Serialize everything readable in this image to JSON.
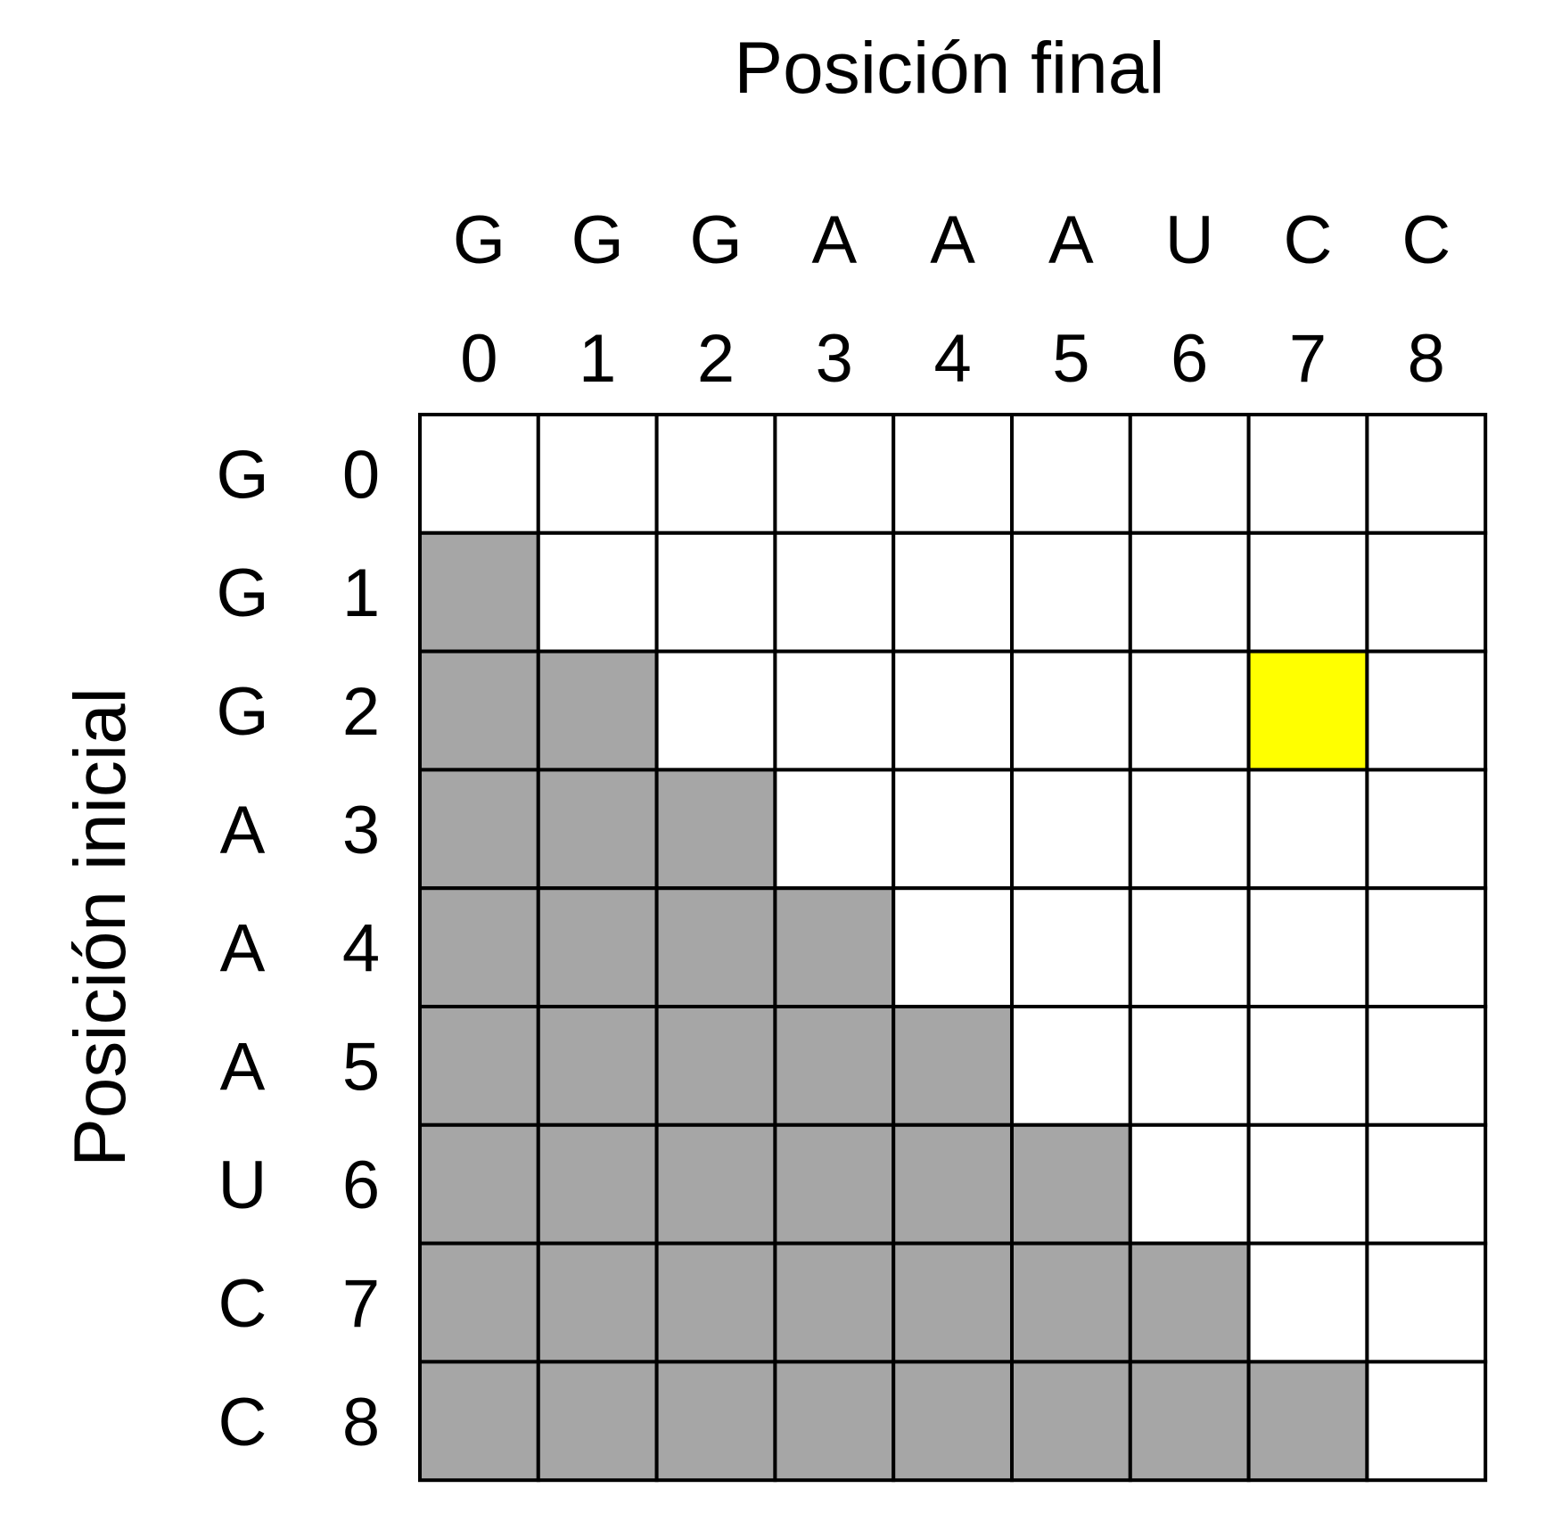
{
  "labels": {
    "top_title": "Posición final",
    "left_title": "Posición inicial"
  },
  "sequence": [
    "G",
    "G",
    "G",
    "A",
    "A",
    "A",
    "U",
    "C",
    "C"
  ],
  "indices": [
    "0",
    "1",
    "2",
    "3",
    "4",
    "5",
    "6",
    "7",
    "8"
  ],
  "colors": {
    "empty": "#ffffff",
    "filled": "#a6a6a6",
    "highlight": "#ffff00",
    "border": "#000000"
  },
  "matrix": {
    "shading_rule": "cells below the main diagonal (row > column) are gray",
    "highlighted_cell": {
      "row": 2,
      "column": 7
    }
  }
}
